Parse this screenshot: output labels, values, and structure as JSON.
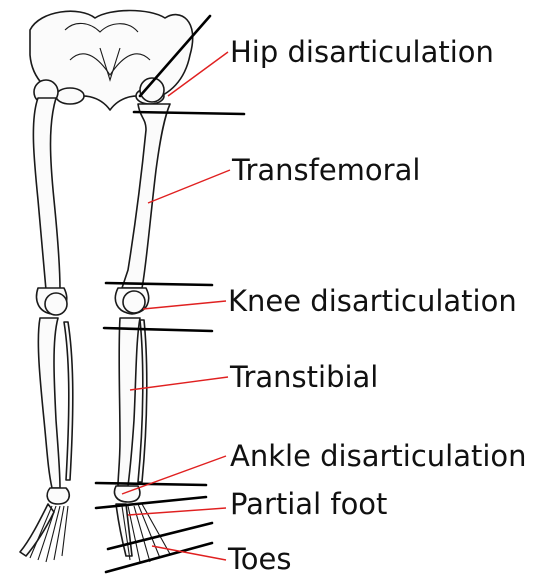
{
  "labels": {
    "hip": "Hip disarticulation",
    "transfemoral": "Transfemoral",
    "knee": "Knee disarticulation",
    "transtibial": "Transtibial",
    "ankle": "Ankle disarticulation",
    "partial_foot": "Partial foot",
    "toes": "Toes"
  },
  "colors": {
    "leader": "#e02020",
    "cut_line": "#000000",
    "bone_outline": "#1a1a1a"
  }
}
